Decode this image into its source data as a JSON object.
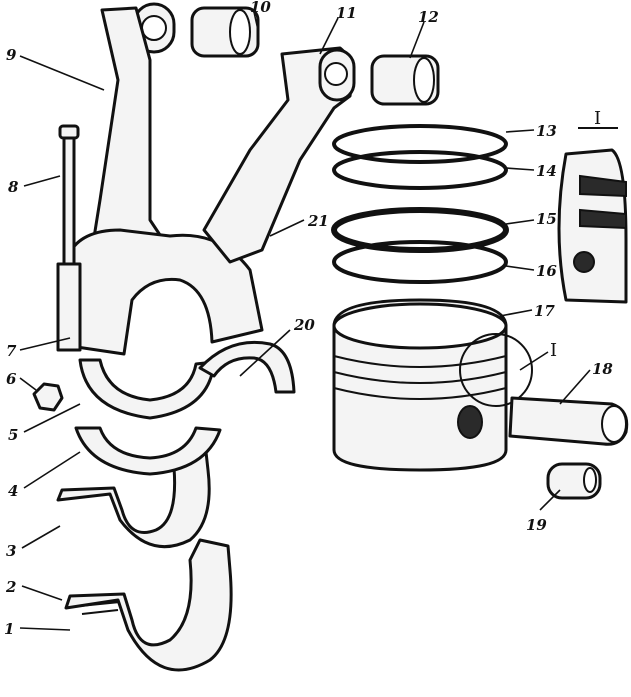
{
  "callouts": [
    {
      "id": "c1",
      "text": "1"
    },
    {
      "id": "c2",
      "text": "2"
    },
    {
      "id": "c3",
      "text": "3"
    },
    {
      "id": "c4",
      "text": "4"
    },
    {
      "id": "c5",
      "text": "5"
    },
    {
      "id": "c6",
      "text": "6"
    },
    {
      "id": "c7",
      "text": "7"
    },
    {
      "id": "c8",
      "text": "8"
    },
    {
      "id": "c9",
      "text": "9"
    },
    {
      "id": "c10",
      "text": "10"
    },
    {
      "id": "c11",
      "text": "11"
    },
    {
      "id": "c12",
      "text": "12"
    },
    {
      "id": "c13",
      "text": "13"
    },
    {
      "id": "c14",
      "text": "14"
    },
    {
      "id": "c15",
      "text": "15"
    },
    {
      "id": "c16",
      "text": "16"
    },
    {
      "id": "c17",
      "text": "17"
    },
    {
      "id": "c18",
      "text": "18"
    },
    {
      "id": "c19",
      "text": "19"
    },
    {
      "id": "c20",
      "text": "20"
    },
    {
      "id": "c21",
      "text": "21"
    }
  ],
  "detail": {
    "label": "I",
    "title": "I"
  }
}
